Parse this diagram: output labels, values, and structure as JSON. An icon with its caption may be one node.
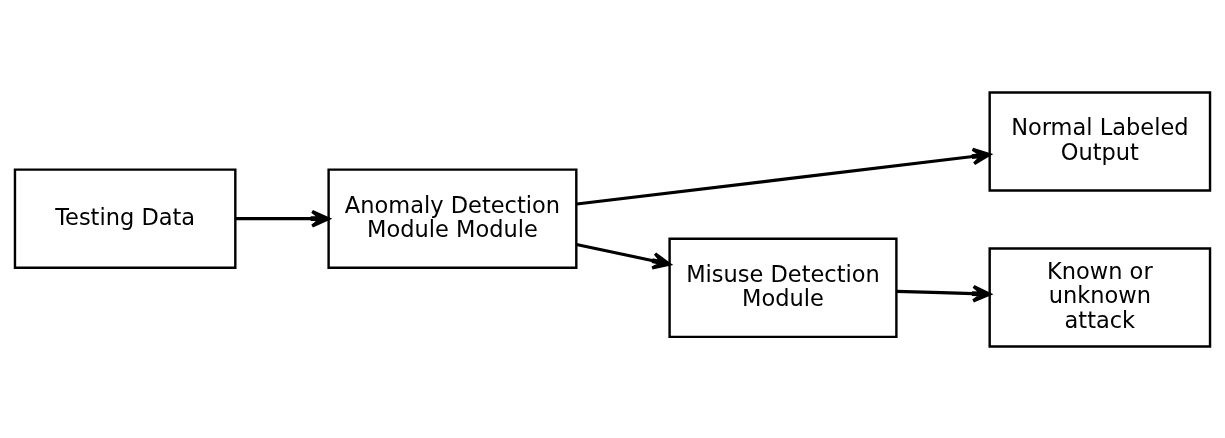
{
  "diagram": {
    "nodes": [
      {
        "text": [
          "Testing Data"
        ]
      },
      {
        "text": [
          "Anomaly Detection Module Module"
        ]
      },
      {
        "text": [
          "Normal Labeled Output"
        ]
      },
      {
        "text": [
          "Misuse Detection Module"
        ]
      },
      {
        "text": [
          "Known or unknown attack"
        ]
      }
    ],
    "edges": [
      {
        "from": 0,
        "to": 1,
        "arrow": "to"
      },
      {
        "from": 1,
        "to": 2,
        "arrow": "to"
      },
      {
        "from": 1,
        "to": 3,
        "arrow": "to"
      },
      {
        "from": 3,
        "to": 4,
        "arrow": "to"
      }
    ]
  }
}
